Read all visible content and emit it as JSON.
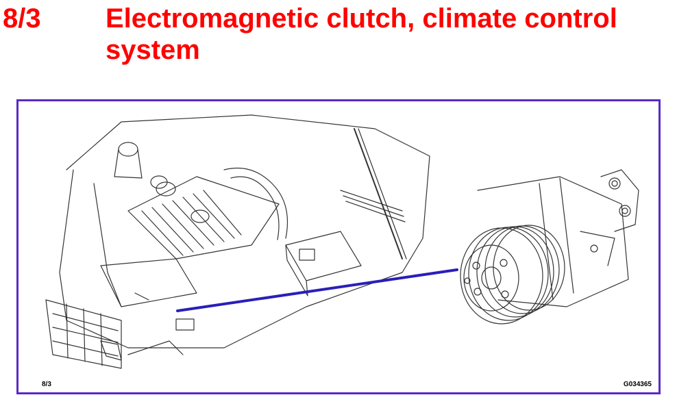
{
  "header": {
    "section_number": "8/3",
    "title": "Electromagnetic clutch, climate control system"
  },
  "figure": {
    "label_left": "8/3",
    "label_right": "G034365",
    "frame_color": "#5a28c8",
    "leader_color": "#2a1fb8",
    "title_color": "#ff0000"
  }
}
